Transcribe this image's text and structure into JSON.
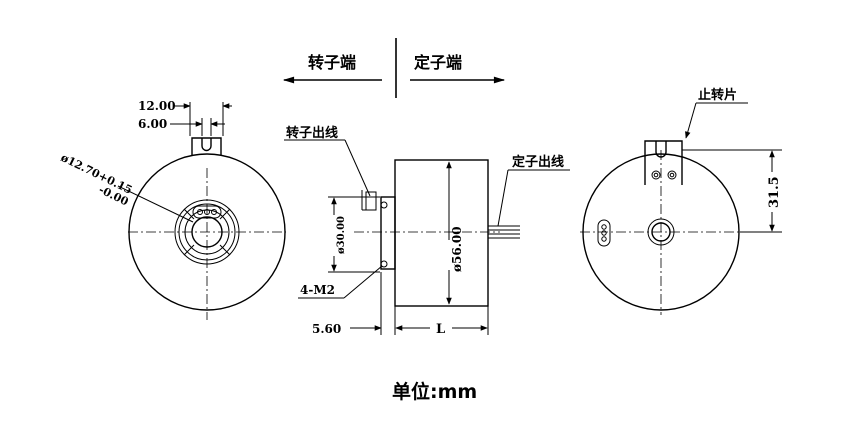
{
  "direction": {
    "rotor_side": "转子端",
    "stator_side": "定子端"
  },
  "left_view": {
    "dim_width_outer": "12.00",
    "dim_width_inner": "6.00",
    "bore_diameter": "ø12.70+0.15",
    "bore_tolerance_lower": "-0.00"
  },
  "side_view": {
    "rotor_leads": "转子出线",
    "stator_leads": "定子出线",
    "flange_diameter": "ø30.00",
    "body_diameter": "ø56.00",
    "mount_holes": "4-M2",
    "flange_offset": "5.60",
    "length": "L"
  },
  "right_view": {
    "stop_tab": "止转片",
    "tab_height": "31.5"
  },
  "footer": {
    "unit": "单位:mm"
  }
}
